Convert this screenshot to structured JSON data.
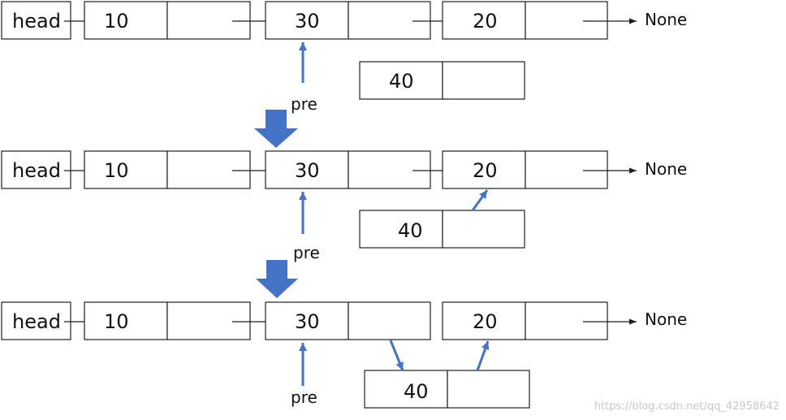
{
  "diagram": {
    "head_label": "head",
    "none_label": "None",
    "pointer_label": "pre",
    "node_values": {
      "n10": "10",
      "n30": "30",
      "n20": "20",
      "n40": "40"
    },
    "watermark": "https://blog.csdn.net/qq_42958642"
  },
  "colors": {
    "accent": "#4472C4",
    "stroke": "#1f1f1f",
    "text": "#111111"
  }
}
